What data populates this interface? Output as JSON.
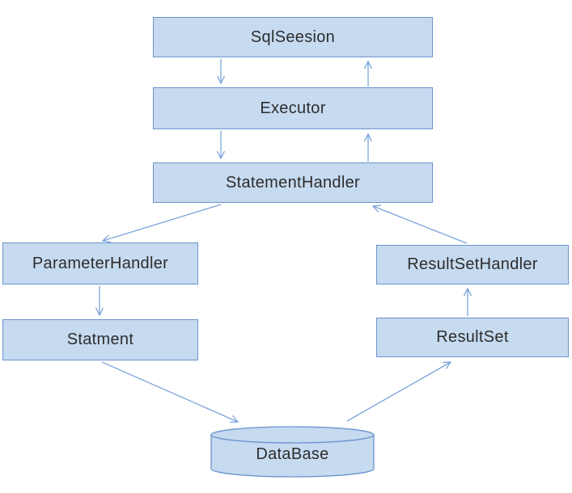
{
  "colors": {
    "node_fill": "#c6daf0",
    "node_border": "#6b94cc",
    "edge_color": "#7ba3da",
    "label_color": "#2d2d2d",
    "background": "#ffffff"
  },
  "nodes": {
    "sqlsession": {
      "label": "SqlSeesion"
    },
    "executor": {
      "label": "Executor"
    },
    "statement_handler": {
      "label": "StatementHandler"
    },
    "parameter_handler": {
      "label": "ParameterHandler"
    },
    "statment": {
      "label": "Statment"
    },
    "resultset_handler": {
      "label": "ResultSetHandler"
    },
    "resultset": {
      "label": "ResultSet"
    },
    "database": {
      "label": "DataBase"
    }
  },
  "edges": [
    {
      "from": "SqlSeesion",
      "to": "Executor"
    },
    {
      "from": "Executor",
      "to": "SqlSeesion"
    },
    {
      "from": "Executor",
      "to": "StatementHandler"
    },
    {
      "from": "StatementHandler",
      "to": "Executor"
    },
    {
      "from": "StatementHandler",
      "to": "ParameterHandler"
    },
    {
      "from": "ParameterHandler",
      "to": "Statment"
    },
    {
      "from": "Statment",
      "to": "DataBase"
    },
    {
      "from": "DataBase",
      "to": "ResultSet"
    },
    {
      "from": "ResultSet",
      "to": "ResultSetHandler"
    },
    {
      "from": "ResultSetHandler",
      "to": "StatementHandler"
    }
  ]
}
